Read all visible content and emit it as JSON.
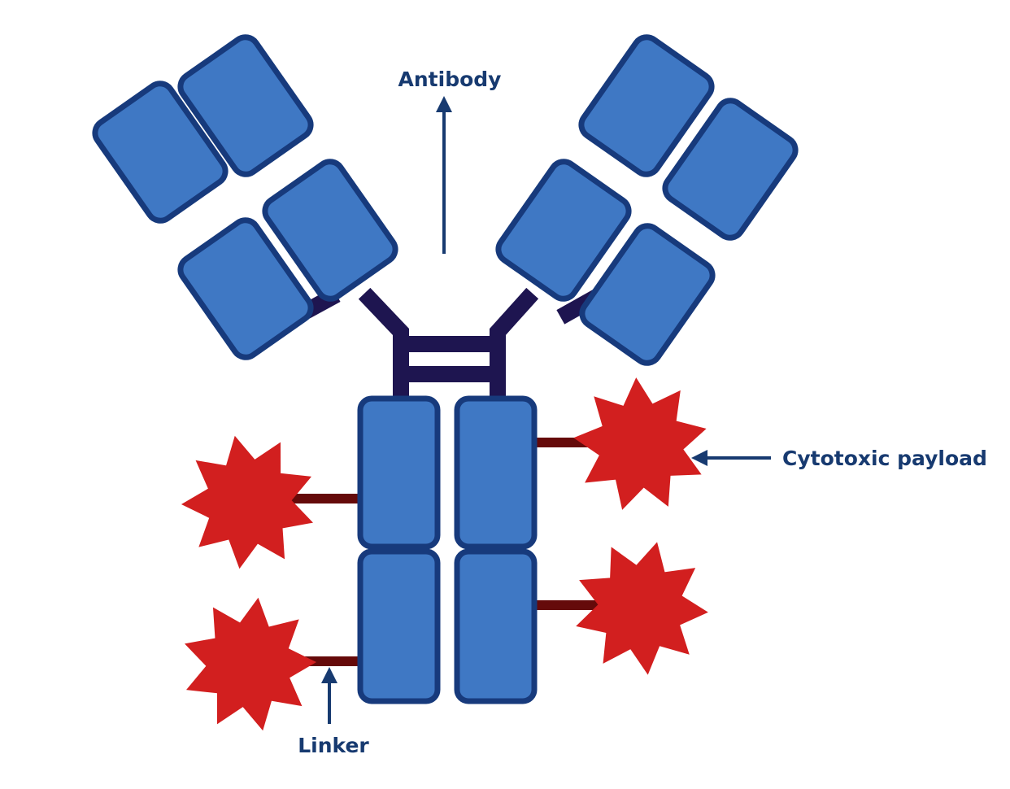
{
  "labels": {
    "antibody": "Antibody",
    "payload": "Cytotoxic payload",
    "linker": "Linker"
  },
  "colors": {
    "domain_fill": "#3F78C4",
    "domain_stroke": "#173A7C",
    "hinge": "#1E1550",
    "linker": "#650A0A",
    "payload": "#D21F1F",
    "text": "#173A70",
    "arrow": "#173A70"
  }
}
